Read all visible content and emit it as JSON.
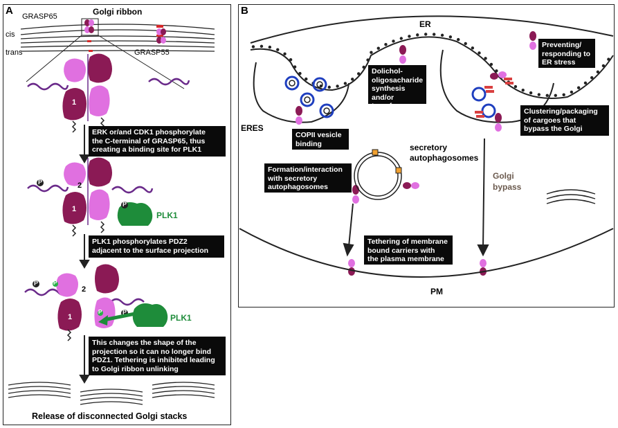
{
  "panel_a": {
    "letter": "A",
    "title": "Golgi ribbon",
    "labels": {
      "grasp65": "GRASP65",
      "grasp55": "GRASP55",
      "cis": "cis",
      "trans": "trans",
      "pdz1": "1",
      "pdz2": "2",
      "plk1": "PLK1",
      "p": "P"
    },
    "step1": "ERK or/and CDK1 phosphorylate\nthe C-terminal of GRASP65, thus\ncreating a binding site for PLK1",
    "step2": "PLK1 phosphorylates PDZ2\nadjacent to the surface projection",
    "step3": "This changes the shape of the\nprojection so it can no longer bind\nPDZ1. Tethering is inhibited leading\nto Golgi ribbon unlinking",
    "caption": "Release of disconnected Golgi stacks"
  },
  "panel_b": {
    "letter": "B",
    "er": "ER",
    "eres": "ERES",
    "pm": "PM",
    "secretory_autophagosomes": "secretory\nautophagosomes",
    "golgi_bypass": "Golgi\nbypass",
    "boxes": {
      "copii": "COPII vesicle\nbinding",
      "dolichol": "Dolichol-\noligosacharide\nsynthesis and/or\ntransfer",
      "er_stress": "Preventing/\nresponding to\nER stress",
      "clustering": "Clustering/packaging\nof cargoes that\nbypass the Golgi",
      "formation": "Formation/interaction\nwith secretory\nautophagosomes",
      "tethering": "Tethering of membrane\nbound carriers with\nthe plasma membrane"
    }
  },
  "colors": {
    "grasp_dark": "#8b1a55",
    "grasp_light": "#e070e0",
    "plk1": "#1e8c3a",
    "linker": "#6a2a8a",
    "copii": "#1f3fbf",
    "cargo": "#d94040",
    "phospho_green": "#2bb04a"
  }
}
